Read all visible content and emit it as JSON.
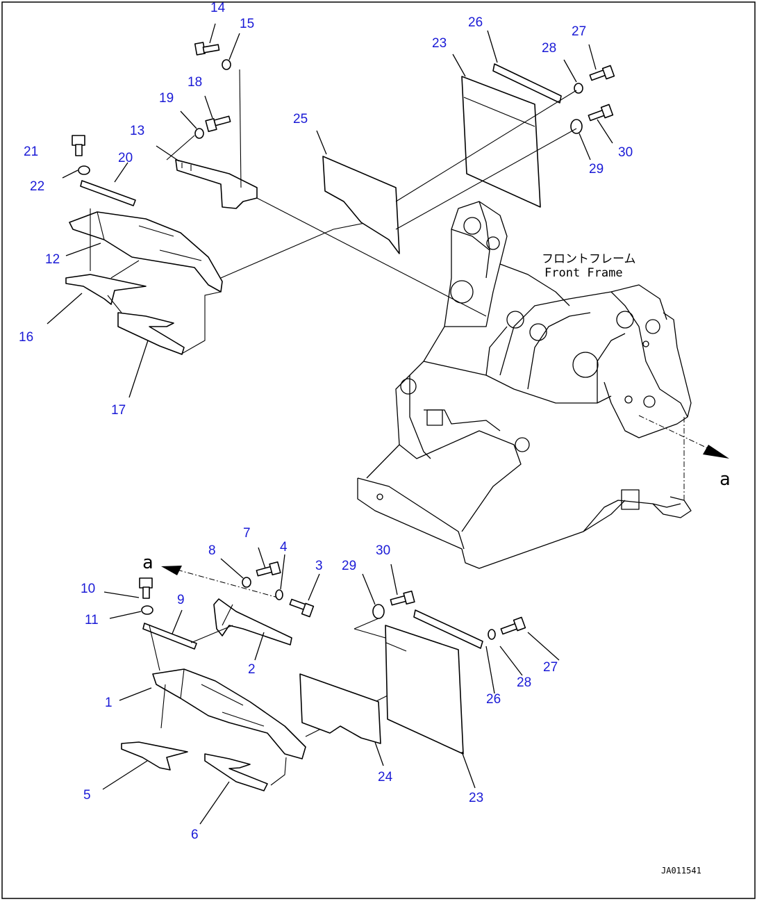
{
  "diagram": {
    "frame_label_jp": "フロントフレーム",
    "frame_label_en": "Front Frame",
    "view_marker": "a",
    "drawing_id": "JA011541",
    "callouts": [
      {
        "id": "c14",
        "text": "14"
      },
      {
        "id": "c15",
        "text": "15"
      },
      {
        "id": "c18",
        "text": "18"
      },
      {
        "id": "c19",
        "text": "19"
      },
      {
        "id": "c13",
        "text": "13"
      },
      {
        "id": "c21",
        "text": "21"
      },
      {
        "id": "c20",
        "text": "20"
      },
      {
        "id": "c22",
        "text": "22"
      },
      {
        "id": "c12",
        "text": "12"
      },
      {
        "id": "c16",
        "text": "16"
      },
      {
        "id": "c17",
        "text": "17"
      },
      {
        "id": "c25",
        "text": "25"
      },
      {
        "id": "c26t",
        "text": "26"
      },
      {
        "id": "c23t",
        "text": "23"
      },
      {
        "id": "c27t",
        "text": "27"
      },
      {
        "id": "c28t",
        "text": "28"
      },
      {
        "id": "c30t",
        "text": "30"
      },
      {
        "id": "c29t",
        "text": "29"
      },
      {
        "id": "c7",
        "text": "7"
      },
      {
        "id": "c8",
        "text": "8"
      },
      {
        "id": "c4",
        "text": "4"
      },
      {
        "id": "c3",
        "text": "3"
      },
      {
        "id": "c29b",
        "text": "29"
      },
      {
        "id": "c30b",
        "text": "30"
      },
      {
        "id": "c10",
        "text": "10"
      },
      {
        "id": "c9",
        "text": "9"
      },
      {
        "id": "c11",
        "text": "11"
      },
      {
        "id": "c2",
        "text": "2"
      },
      {
        "id": "c1",
        "text": "1"
      },
      {
        "id": "c28b",
        "text": "28"
      },
      {
        "id": "c27b",
        "text": "27"
      },
      {
        "id": "c26b",
        "text": "26"
      },
      {
        "id": "c24",
        "text": "24"
      },
      {
        "id": "c23b",
        "text": "23"
      },
      {
        "id": "c5",
        "text": "5"
      },
      {
        "id": "c6",
        "text": "6"
      }
    ]
  }
}
